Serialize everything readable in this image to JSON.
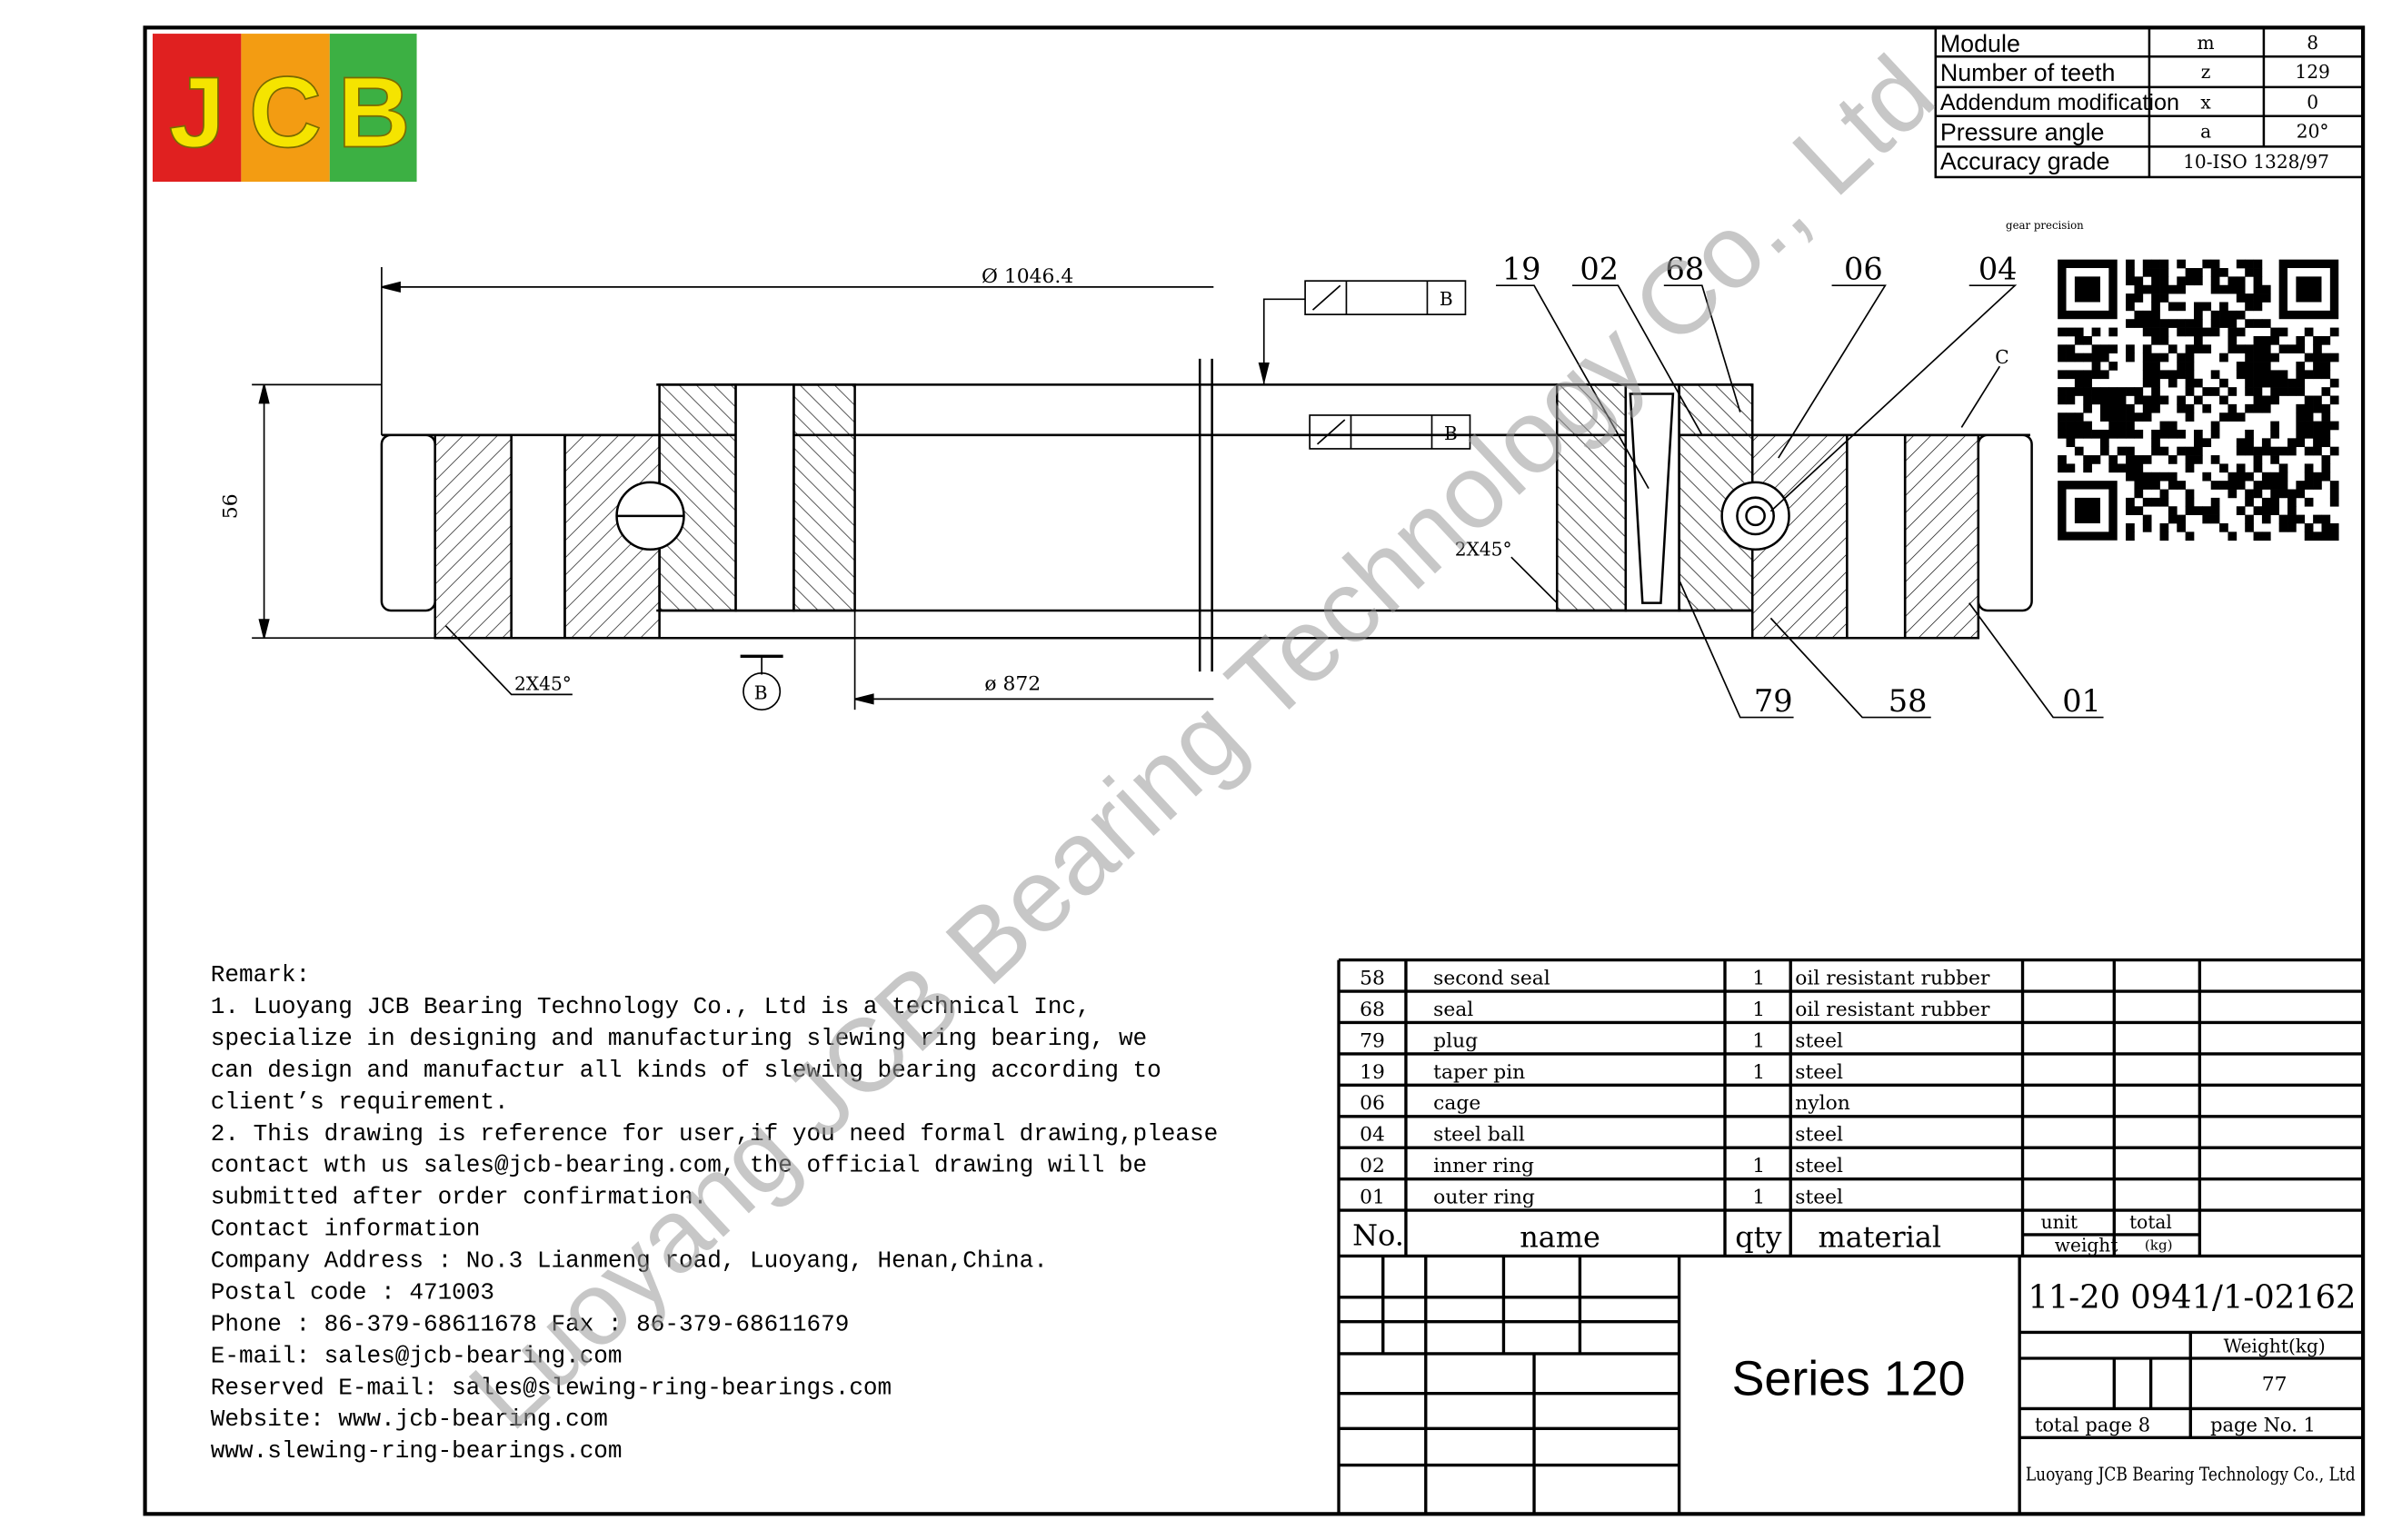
{
  "logo": {
    "text": "JCB",
    "colors": [
      "#e02020",
      "#f39c12",
      "#3cb043"
    ],
    "letter_color": "#f5e400"
  },
  "gear_table": [
    {
      "label": "Module",
      "symbol": "m",
      "value": "8"
    },
    {
      "label": "Number of teeth",
      "symbol": "z",
      "value": "129"
    },
    {
      "label": "Addendum modification",
      "symbol": "x",
      "value": "0"
    },
    {
      "label": "Pressure angle",
      "symbol": "a",
      "value": "20°"
    },
    {
      "label": "Accuracy grade",
      "value": "10-ISO 1328/97"
    }
  ],
  "gear_precision_note": "gear precision",
  "drawing": {
    "dim_outer": "Ø 1046.4",
    "dim_inner": "ø 872",
    "dim_height": "56",
    "chamfer_left": "2X45°",
    "chamfer_right": "2X45°",
    "datum": "B",
    "tol_frame_1": "B",
    "tol_frame_2": "B",
    "label_c": "C",
    "balloons_top": [
      "19",
      "02",
      "68",
      "06",
      "04"
    ],
    "balloons_bottom": [
      "79",
      "58",
      "01"
    ]
  },
  "watermark": "Luoyang JCB Bearing Technology Co., Ltd",
  "remarks": [
    "Remark:",
    "1. Luoyang JCB Bearing Technology Co., Ltd is a technical Inc,",
    "specialize in designing and manufacturing slewing ring bearing, we",
    "can design and manufactur all kinds of slewing bearing according to",
    "client’s requirement.",
    "2. This drawing is reference for user,if you need formal drawing,please",
    "contact wth us sales@jcb-bearing.com, the official drawing will be",
    "submitted after order confirmation.",
    "Contact information",
    "Company Address : No.3 Lianmeng road, Luoyang, Henan,China.",
    "Postal code : 471003",
    "Phone : 86-379-68611678 Fax : 86-379-68611679",
    "E-mail: sales@jcb-bearing.com",
    "Reserved E-mail: sales@slewing-ring-bearings.com",
    "Website: www.jcb-bearing.com",
    "         www.slewing-ring-bearings.com"
  ],
  "parts": [
    {
      "no": "58",
      "name": "second seal",
      "qty": "1",
      "material": "oil resistant rubber"
    },
    {
      "no": "68",
      "name": "seal",
      "qty": "1",
      "material": "oil resistant rubber"
    },
    {
      "no": "79",
      "name": "plug",
      "qty": "1",
      "material": "steel"
    },
    {
      "no": "19",
      "name": "taper pin",
      "qty": "1",
      "material": "steel"
    },
    {
      "no": "06",
      "name": "cage",
      "qty": "",
      "material": "nylon"
    },
    {
      "no": "04",
      "name": "steel ball",
      "qty": "",
      "material": "steel"
    },
    {
      "no": "02",
      "name": "inner ring",
      "qty": "1",
      "material": "steel"
    },
    {
      "no": "01",
      "name": "outer ring",
      "qty": "1",
      "material": "steel"
    }
  ],
  "parts_header": {
    "no": "No.",
    "name": "name",
    "qty": "qty",
    "material": "material",
    "unit": "unit",
    "total": "total",
    "weight": "weight",
    "kg": "(kg)"
  },
  "title_block": {
    "series": "Series 120",
    "drawing_number": "11-20 0941/1-02162",
    "weight_label": "Weight(kg)",
    "weight_value": "77",
    "total_page": "total page  8",
    "page_no": "page No.  1",
    "company": "Luoyang JCB Bearing Technology Co., Ltd"
  }
}
